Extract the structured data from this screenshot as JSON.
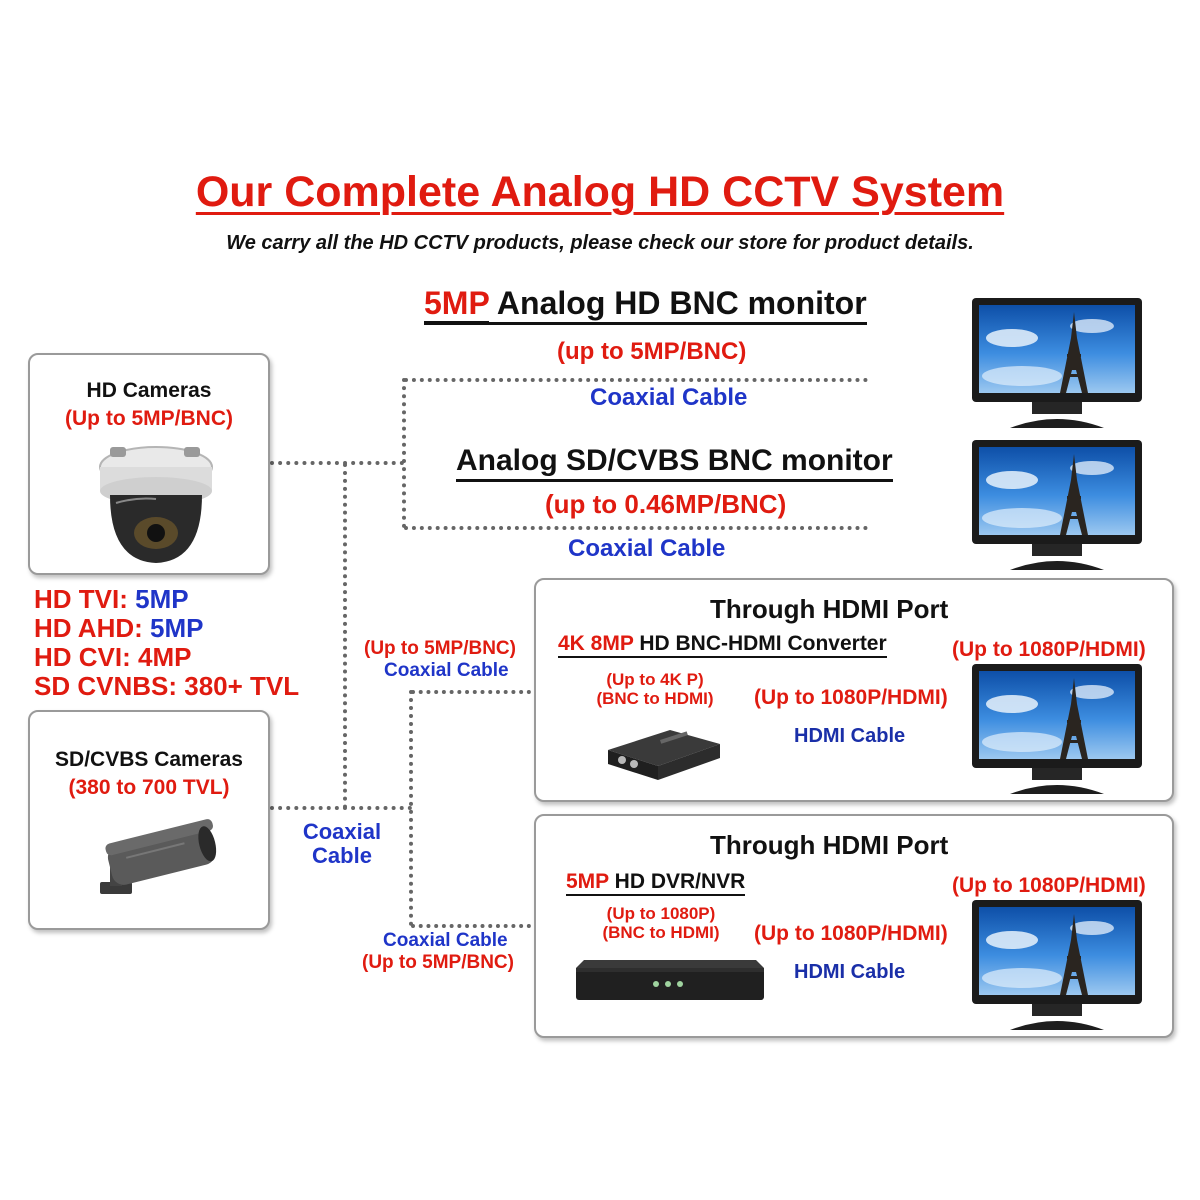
{
  "header": {
    "title": "Our Complete Analog HD CCTV System",
    "subtitle": "We carry all the HD CCTV products, please check our store for product details."
  },
  "monitor1": {
    "label_highlight": "5MP",
    "label_rest": " Analog HD BNC monitor",
    "spec": "(up to 5MP/BNC)",
    "cable": "Coaxial Cable"
  },
  "monitor2": {
    "label": "Analog SD/CVBS BNC monitor",
    "spec": "(up to 0.46MP/BNC)",
    "cable": "Coaxial Cable"
  },
  "hd_cameras": {
    "title": "HD Cameras",
    "spec": "(Up to 5MP/BNC)"
  },
  "formats": [
    {
      "name": "HD TVI: ",
      "value": "5MP",
      "value_color": "blue"
    },
    {
      "name": "HD AHD: ",
      "value": "5MP",
      "value_color": "blue"
    },
    {
      "name": "HD CVI: ",
      "value": "4MP",
      "value_color": "red"
    },
    {
      "name": "SD CVNBS: ",
      "value": "380+ TVL",
      "value_color": "red"
    }
  ],
  "sd_cameras": {
    "title": "SD/CVBS Cameras",
    "spec": "(380 to 700 TVL)"
  },
  "middle_cable": {
    "line1": "Coaxial",
    "line2": "Cable"
  },
  "upper_branch": {
    "spec": "(Up to 5MP/BNC)",
    "cable": "Coaxial Cable"
  },
  "lower_branch": {
    "cable": "Coaxial Cable",
    "spec": "(Up to 5MP/BNC)"
  },
  "converter_panel": {
    "title": "Through HDMI Port",
    "device_highlight": "4K 8MP",
    "device_rest": " HD BNC-HDMI Converter",
    "monitor_spec": "(Up to 1080P/HDMI)",
    "device_spec_line1": "(Up to 4K P)",
    "device_spec_line2": "(BNC to HDMI)",
    "link_spec": "(Up to 1080P/HDMI)",
    "link_cable": "HDMI Cable"
  },
  "dvr_panel": {
    "title": "Through HDMI Port",
    "device_highlight": "5MP",
    "device_rest": " HD DVR/NVR",
    "monitor_spec": "(Up to 1080P/HDMI)",
    "device_spec_line1": "(Up to 1080P)",
    "device_spec_line2": "(BNC to HDMI)",
    "link_spec": "(Up to 1080P/HDMI)",
    "link_cable": "HDMI Cable"
  },
  "colors": {
    "red": "#e01b10",
    "blue": "#1f35c8",
    "frame": "#9a9a9a",
    "sky": "#2f7fd6"
  },
  "icons": [
    "dome-camera-icon",
    "bullet-camera-icon",
    "monitor-icon",
    "converter-box-icon",
    "dvr-icon"
  ]
}
